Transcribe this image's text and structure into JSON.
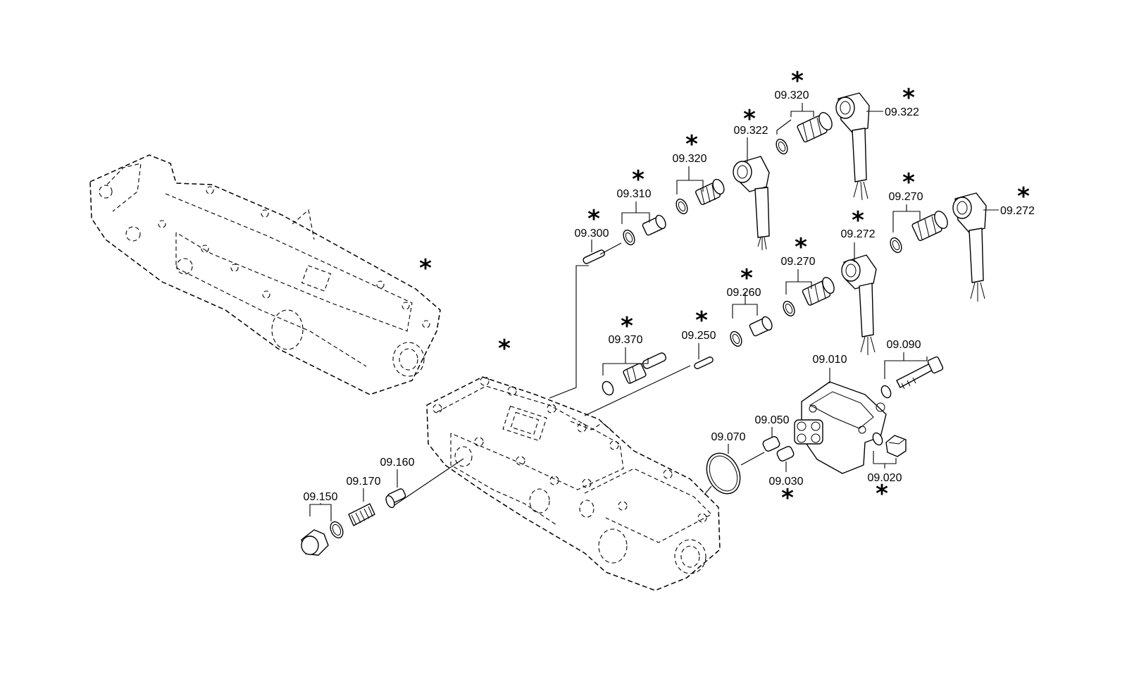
{
  "callouts": [
    {
      "id": "c1",
      "text": "09.320"
    },
    {
      "id": "c2",
      "text": "09.322"
    },
    {
      "id": "c3",
      "text": "09.322"
    },
    {
      "id": "c4",
      "text": "09.320"
    },
    {
      "id": "c5",
      "text": "09.310"
    },
    {
      "id": "c6",
      "text": "09.300"
    },
    {
      "id": "c7",
      "text": "09.270"
    },
    {
      "id": "c8",
      "text": "09.272"
    },
    {
      "id": "c9",
      "text": "09.272"
    },
    {
      "id": "c10",
      "text": "09.270"
    },
    {
      "id": "c11",
      "text": "09.260"
    },
    {
      "id": "c12",
      "text": "09.250"
    },
    {
      "id": "c13",
      "text": "09.370"
    },
    {
      "id": "c14",
      "text": "09.010"
    },
    {
      "id": "c15",
      "text": "09.090"
    },
    {
      "id": "c16",
      "text": "09.050"
    },
    {
      "id": "c17",
      "text": "09.070"
    },
    {
      "id": "c18",
      "text": "09.030"
    },
    {
      "id": "c19",
      "text": "09.020"
    },
    {
      "id": "c20",
      "text": "09.160"
    },
    {
      "id": "c21",
      "text": "09.170"
    },
    {
      "id": "c22",
      "text": "09.150"
    }
  ],
  "marker_symbol": "*"
}
